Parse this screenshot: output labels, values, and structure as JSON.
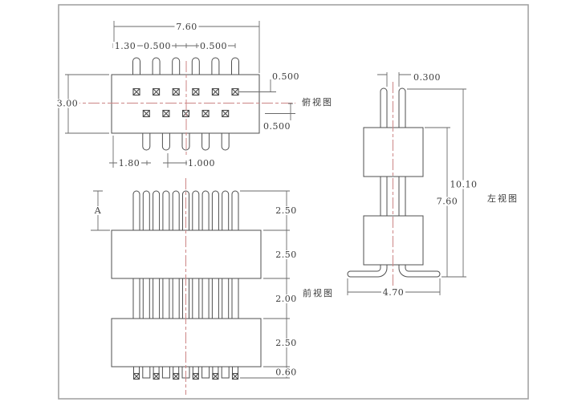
{
  "drawing": {
    "views": {
      "top": {
        "label": "俯视图",
        "dims": {
          "total_width": "7.60",
          "left_margin": "1.30",
          "stagger_left": "0.500",
          "stagger_right": "0.500",
          "body_height": "3.00",
          "row_offset_top": "0.500",
          "row_offset_bottom": "0.500",
          "bottom_margin": "1.80",
          "pitch": "1.000"
        }
      },
      "front": {
        "label": "前视图",
        "section_mark": "A",
        "dims": {
          "pin_top": "2.50",
          "body_upper": "2.50",
          "mid_gap": "2.00",
          "body_lower": "2.50",
          "tail": "0.60"
        }
      },
      "left": {
        "label": "左视图",
        "dims": {
          "pin_width": "0.300",
          "overall_height": "10.10",
          "body_span": "7.60",
          "foot_span": "4.70"
        }
      }
    },
    "colors": {
      "line": "#4f4f4f",
      "centerline": "#cc8585",
      "frame": "#a3a3a3",
      "text": "#3c3c3c"
    }
  }
}
